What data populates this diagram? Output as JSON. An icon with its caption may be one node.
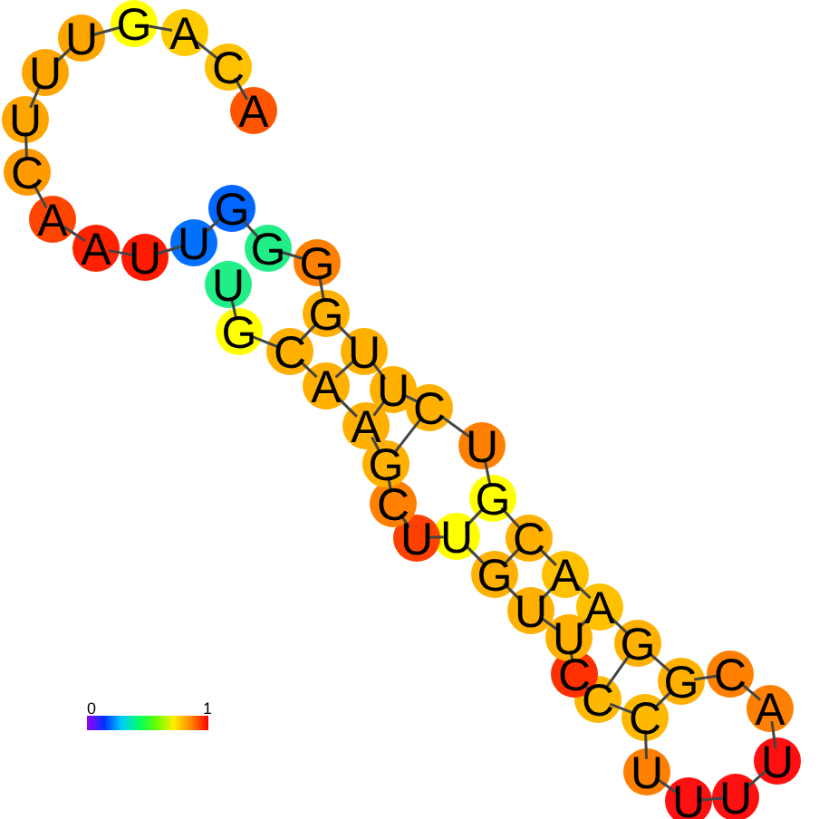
{
  "diagram": {
    "nodes": [
      {
        "text": [
          "A"
        ]
      },
      {
        "text": [
          "C"
        ]
      },
      {
        "text": [
          "A"
        ]
      },
      {
        "text": [
          "G"
        ]
      },
      {
        "text": [
          "U"
        ]
      },
      {
        "text": [
          "U"
        ]
      },
      {
        "text": [
          "U"
        ]
      },
      {
        "text": [
          "C"
        ]
      },
      {
        "text": [
          "A"
        ]
      },
      {
        "text": [
          "A"
        ]
      },
      {
        "text": [
          "U"
        ]
      },
      {
        "text": [
          "U"
        ]
      },
      {
        "text": [
          "G"
        ]
      },
      {
        "text": [
          "G"
        ]
      },
      {
        "text": [
          "G"
        ]
      },
      {
        "text": [
          "G"
        ]
      },
      {
        "text": [
          "U"
        ]
      },
      {
        "text": [
          "U"
        ]
      },
      {
        "text": [
          "C"
        ]
      },
      {
        "text": [
          "U"
        ]
      },
      {
        "text": [
          "G"
        ]
      },
      {
        "text": [
          "C"
        ]
      },
      {
        "text": [
          "A"
        ]
      },
      {
        "text": [
          "A"
        ]
      },
      {
        "text": [
          "G"
        ]
      },
      {
        "text": [
          "G"
        ]
      },
      {
        "text": [
          "C"
        ]
      },
      {
        "text": [
          "A"
        ]
      },
      {
        "text": [
          "U"
        ]
      },
      {
        "text": [
          "U"
        ]
      },
      {
        "text": [
          "U"
        ]
      },
      {
        "text": [
          "U"
        ]
      },
      {
        "text": [
          "C"
        ]
      },
      {
        "text": [
          "C"
        ]
      },
      {
        "text": [
          "C"
        ]
      },
      {
        "text": [
          "U"
        ]
      },
      {
        "text": [
          "U"
        ]
      },
      {
        "text": [
          "G"
        ]
      },
      {
        "text": [
          "U"
        ]
      },
      {
        "text": [
          "U"
        ]
      },
      {
        "text": [
          "C"
        ]
      },
      {
        "text": [
          "G"
        ]
      },
      {
        "text": [
          "A"
        ]
      },
      {
        "text": [
          "A"
        ]
      },
      {
        "text": [
          "C"
        ]
      },
      {
        "text": [
          "G"
        ]
      },
      {
        "text": [
          "U"
        ]
      }
    ],
    "edges": [
      {
        "from": 0,
        "to": 1,
        "arrow": "none"
      },
      {
        "from": 1,
        "to": 2,
        "arrow": "none"
      },
      {
        "from": 2,
        "to": 3,
        "arrow": "none"
      },
      {
        "from": 3,
        "to": 4,
        "arrow": "none"
      },
      {
        "from": 4,
        "to": 5,
        "arrow": "none"
      },
      {
        "from": 5,
        "to": 6,
        "arrow": "none"
      },
      {
        "from": 6,
        "to": 7,
        "arrow": "none"
      },
      {
        "from": 7,
        "to": 8,
        "arrow": "none"
      },
      {
        "from": 8,
        "to": 9,
        "arrow": "none"
      },
      {
        "from": 9,
        "to": 10,
        "arrow": "none"
      },
      {
        "from": 10,
        "to": 11,
        "arrow": "none"
      },
      {
        "from": 11,
        "to": 12,
        "arrow": "none"
      },
      {
        "from": 12,
        "to": 13,
        "arrow": "none"
      },
      {
        "from": 13,
        "to": 14,
        "arrow": "none"
      },
      {
        "from": 14,
        "to": 15,
        "arrow": "none"
      },
      {
        "from": 15,
        "to": 16,
        "arrow": "none"
      },
      {
        "from": 16,
        "to": 17,
        "arrow": "none"
      },
      {
        "from": 17,
        "to": 18,
        "arrow": "none"
      },
      {
        "from": 18,
        "to": 19,
        "arrow": "none"
      },
      {
        "from": 19,
        "to": 20,
        "arrow": "none"
      },
      {
        "from": 20,
        "to": 21,
        "arrow": "none"
      },
      {
        "from": 21,
        "to": 22,
        "arrow": "none"
      },
      {
        "from": 22,
        "to": 23,
        "arrow": "none"
      },
      {
        "from": 23,
        "to": 24,
        "arrow": "none"
      },
      {
        "from": 24,
        "to": 25,
        "arrow": "none"
      },
      {
        "from": 25,
        "to": 26,
        "arrow": "none"
      },
      {
        "from": 26,
        "to": 27,
        "arrow": "none"
      },
      {
        "from": 27,
        "to": 28,
        "arrow": "none"
      },
      {
        "from": 28,
        "to": 29,
        "arrow": "none"
      },
      {
        "from": 29,
        "to": 30,
        "arrow": "none"
      },
      {
        "from": 30,
        "to": 31,
        "arrow": "none"
      },
      {
        "from": 31,
        "to": 32,
        "arrow": "none"
      },
      {
        "from": 32,
        "to": 33,
        "arrow": "none"
      },
      {
        "from": 33,
        "to": 34,
        "arrow": "none"
      },
      {
        "from": 34,
        "to": 35,
        "arrow": "none"
      },
      {
        "from": 35,
        "to": 36,
        "arrow": "none"
      },
      {
        "from": 36,
        "to": 37,
        "arrow": "none"
      },
      {
        "from": 37,
        "to": 38,
        "arrow": "none"
      },
      {
        "from": 38,
        "to": 39,
        "arrow": "none"
      },
      {
        "from": 39,
        "to": 40,
        "arrow": "none"
      },
      {
        "from": 40,
        "to": 41,
        "arrow": "none"
      },
      {
        "from": 41,
        "to": 42,
        "arrow": "none"
      },
      {
        "from": 42,
        "to": 43,
        "arrow": "none"
      },
      {
        "from": 43,
        "to": 44,
        "arrow": "none"
      },
      {
        "from": 44,
        "to": 45,
        "arrow": "none"
      },
      {
        "from": 45,
        "to": 46,
        "arrow": "none"
      },
      {
        "from": 15,
        "to": 44,
        "arrow": "none"
      },
      {
        "from": 16,
        "to": 43,
        "arrow": "none"
      },
      {
        "from": 17,
        "to": 42,
        "arrow": "none"
      },
      {
        "from": 18,
        "to": 41,
        "arrow": "none"
      },
      {
        "from": 20,
        "to": 38,
        "arrow": "none"
      },
      {
        "from": 21,
        "to": 37,
        "arrow": "none"
      },
      {
        "from": 22,
        "to": 36,
        "arrow": "none"
      },
      {
        "from": 23,
        "to": 35,
        "arrow": "none"
      },
      {
        "from": 24,
        "to": 33,
        "arrow": "none"
      },
      {
        "from": 25,
        "to": 32,
        "arrow": "none"
      }
    ],
    "labels": [
      "0",
      "1"
    ]
  }
}
